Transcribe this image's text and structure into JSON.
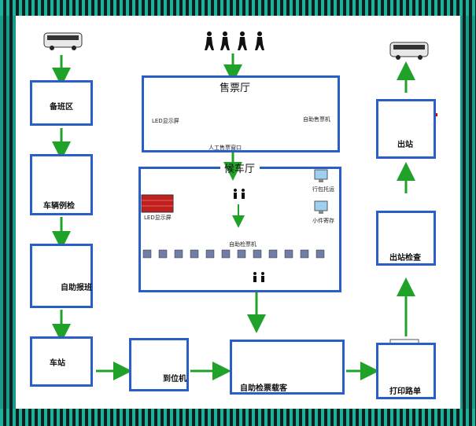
{
  "nodes": {
    "standby": "备班区",
    "inspection": "车辆例检",
    "self_report": "自助报班",
    "station": "车站",
    "arrival": "到位机",
    "self_ticket_board": "自助检票载客",
    "print_waybill": "打印路单",
    "exit_check": "出站检查",
    "exit": "出站"
  },
  "ticket_hall": {
    "title": "售票厅",
    "led": "LED显示屏",
    "manual_window": "人工售票窗口",
    "self_ticket_machine": "自助售票机"
  },
  "waiting_hall": {
    "title": "候车厅",
    "led": "LED显示屏",
    "luggage": "行包托运",
    "parcel": "小件寄存",
    "gate": "自助检票机"
  },
  "colors": {
    "box_border": "#2a5fc8",
    "arrow": "#1fa12a",
    "led_red": "#c0201e"
  }
}
